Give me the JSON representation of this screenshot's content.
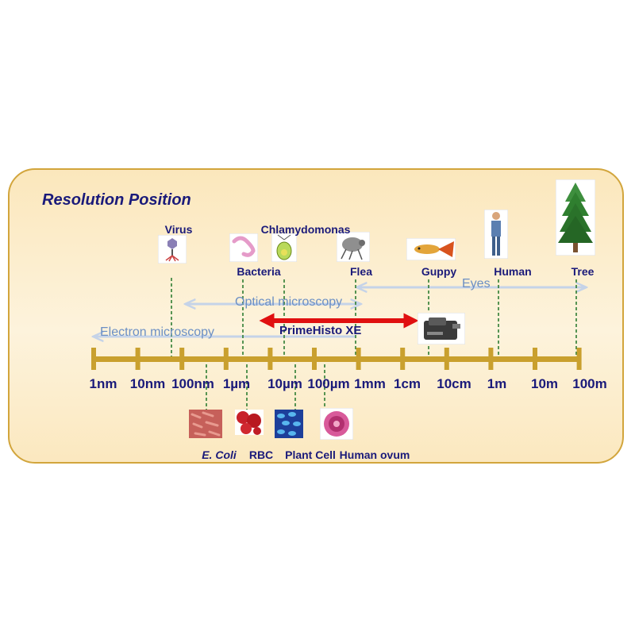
{
  "title": "Resolution Position",
  "scale": {
    "ticks": [
      "1nm",
      "10nm",
      "100nm",
      "1µm",
      "10µm",
      "100µm",
      "1mm",
      "1cm",
      "10cm",
      "1m",
      "10m",
      "100m"
    ]
  },
  "ranges": {
    "electron": "Electron microscopy",
    "optical": "Optical microscopy",
    "eyes": "Eyes",
    "primehisto": "PrimeHisto XE"
  },
  "above_items": {
    "virus": "Virus",
    "chlamydomonas": "Chlamydomonas",
    "bacteria": "Bacteria",
    "flea": "Flea",
    "guppy": "Guppy",
    "human": "Human",
    "tree": "Tree"
  },
  "below_items": {
    "ecoli": "E. Coli",
    "rbc": "RBC",
    "plant_cell": "Plant Cell",
    "human_ovum": "Human ovum"
  },
  "colors": {
    "axis": "#c9a02e",
    "dashed": "#2e7d32",
    "primehisto_arrow": "#e01010",
    "range_arrow": "#c5d3e8",
    "text": "#1a1a7a"
  }
}
